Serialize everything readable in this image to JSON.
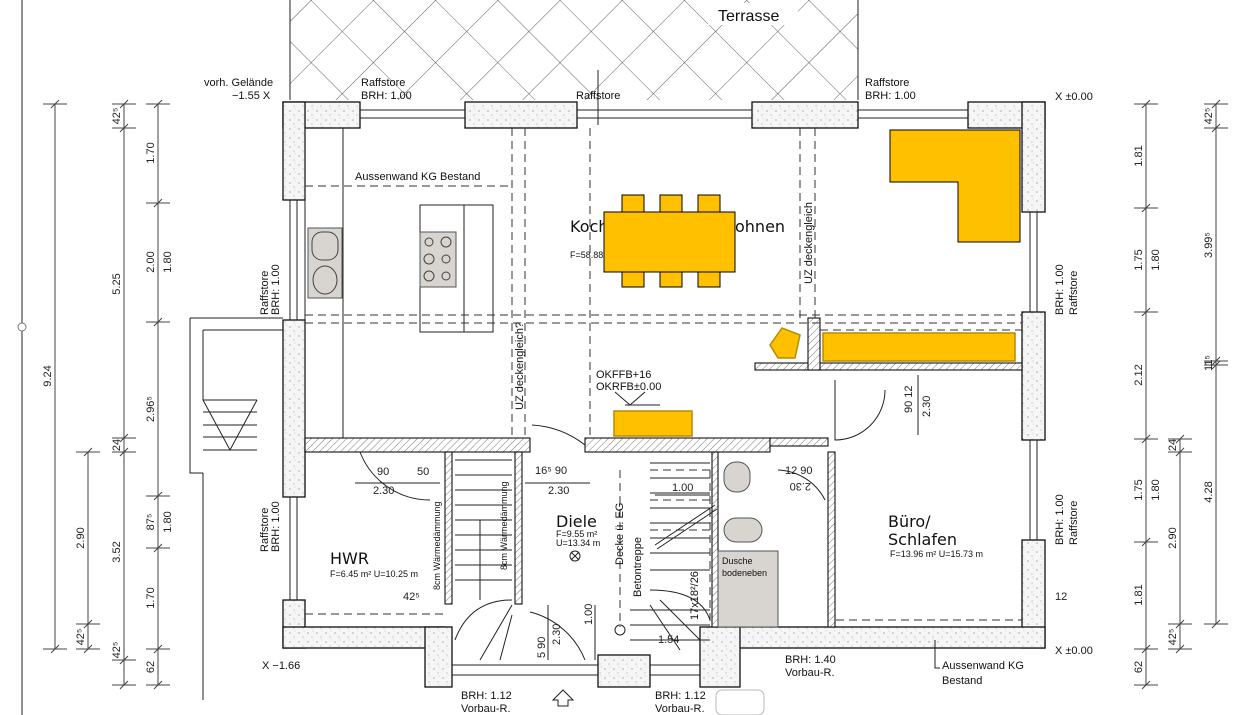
{
  "plan": {
    "terrace": "Terrasse",
    "terrain": {
      "line1": "vorh. Gelände",
      "line2": "−1.55 X"
    },
    "levels": {
      "top_right": "X ±0.00",
      "bottom_right": "X ±0.00",
      "bottom_left": "X −1.66"
    },
    "windows": {
      "top_left": {
        "line1": "Raffstore",
        "line2": "BRH: 1.00"
      },
      "top_mid": {
        "line1": "Raffstore"
      },
      "top_right": {
        "line1": "Raffstore",
        "line2": "BRH: 1.00"
      },
      "left_upper": {
        "line1": "Raffstore",
        "line2": "BRH: 1.00"
      },
      "left_lower": {
        "line1": "Raffstore",
        "line2": "BRH: 1.00"
      },
      "right_upper": {
        "line1": "BRH: 1.00",
        "line2": "Raffstore"
      },
      "right_lower": {
        "line1": "BRH: 1.00",
        "line2": "Raffstore"
      },
      "bottom_left": {
        "line1": "BRH: 1.12",
        "line2": "Vorbau-R."
      },
      "bottom_mid": {
        "line1": "BRH: 1.12",
        "line2": "Vorbau-R."
      },
      "bottom_right": {
        "line1": "BRH: 1.40",
        "line2": "Vorbau-R."
      }
    },
    "notes": {
      "ext_wall_top": "Aussenwand KG Bestand",
      "ext_wall_bottom": {
        "line1": "Aussenwand KG",
        "line2": "Bestand"
      },
      "uz_left": "UZ deckengleich?",
      "uz_right": "UZ deckengleich",
      "okffb": "OKFFB+16",
      "okrfb": "OKRFB±0.00",
      "insulation_1": "8cm Wärmedämmung",
      "insulation_2": "8cm Wärmedämmung",
      "ceiling": "Decke ü. EG",
      "concrete_stair": "Betontreppe",
      "stair_spec": "17x18²/26",
      "shower": {
        "line1": "Dusche",
        "line2": "bodeneben"
      }
    },
    "rooms": {
      "living": {
        "name_start": "Koch",
        "name_end": "ohnen",
        "area": "F=58.88"
      },
      "hwr": {
        "name": "HWR",
        "area": "F=6.45 m² U=10.25 m"
      },
      "diele": {
        "name": "Diele",
        "area": "F=9.55 m²",
        "perimeter": "U=13.34 m"
      },
      "buero": {
        "name_line1": "Büro/",
        "name_line2": "Schlafen",
        "area": "F=13.96 m² U=15.73 m"
      }
    },
    "door_dims": {
      "hwr_90": "90",
      "hwr_50": "50",
      "hwr_230": "2.30",
      "diele_165_90": "16⁵ 90",
      "diele_230": "2.30",
      "stair_100": "1.00",
      "bath_12_90": "12 90",
      "bath_230": "2.30",
      "bed_90_12": "90 12",
      "bed_230": "2.30",
      "hwr_425": "42⁵",
      "entry_5_90": "5 90",
      "entry_230": "2.30",
      "entry_100": "1.00",
      "stair_154": "1.54",
      "right_12": "12"
    },
    "dims_left": {
      "total": "9.24",
      "c2": [
        "42⁵",
        "5.25",
        "24",
        "3.52",
        "42⁵"
      ],
      "c3": [
        "1.70",
        "2.00",
        "1.80",
        "2.96⁵",
        "87⁵",
        "1.80",
        "1.70",
        "62"
      ],
      "c1": [
        "2.90",
        "42⁵"
      ]
    },
    "dims_right": {
      "c1": [
        "1.81",
        "1.75",
        "1.80",
        "2.12",
        "1.75",
        "1.80",
        "1.81",
        "62"
      ],
      "c2": [
        "24",
        "2.90",
        "42⁵"
      ],
      "c3": [
        "42⁵",
        "3.99⁵",
        "11⁵",
        "4.28"
      ]
    }
  },
  "colors": {
    "furniture": "#FFC000",
    "wall": "#f2f2f2",
    "fixture": "#d8d4d0"
  }
}
